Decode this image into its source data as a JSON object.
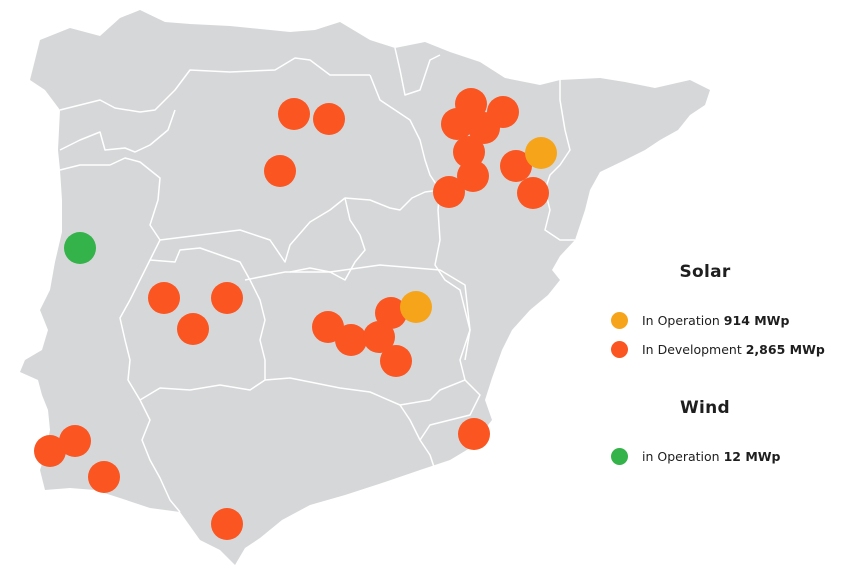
{
  "colors": {
    "land": "#d6d7d9",
    "borders": "#ffffff",
    "solar_operation": "#f6a51b",
    "solar_development": "#fb5521",
    "wind_operation": "#33b34a"
  },
  "legend": {
    "solar": {
      "title": "Solar",
      "operation": {
        "label": "In Operation",
        "value": "914 MWp"
      },
      "development": {
        "label": "In Development",
        "value": "2,865 MWp"
      }
    },
    "wind": {
      "title": "Wind",
      "operation": {
        "label": "in Operation",
        "value": "12 MWp"
      }
    }
  }
}
